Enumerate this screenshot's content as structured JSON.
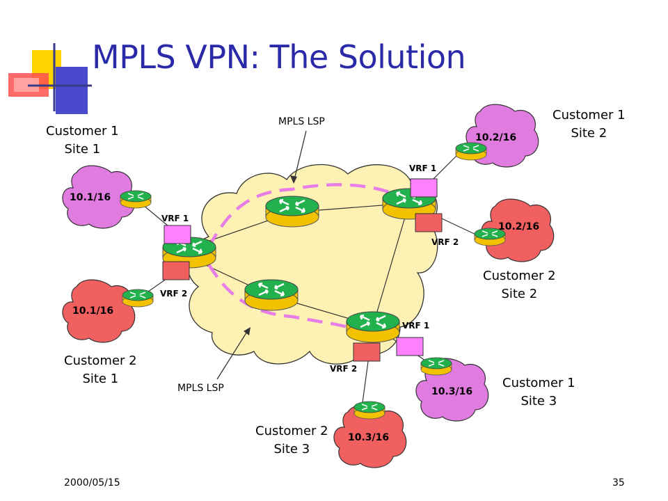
{
  "slide": {
    "title": "MPLS VPN: The Solution",
    "date": "2000/05/15",
    "page_number": "35"
  },
  "sites": [
    {
      "customer": "Customer 1",
      "site": "Site 1",
      "prefix": "10.1/16",
      "color": "#e07be0"
    },
    {
      "customer": "Customer 2",
      "site": "Site 1",
      "prefix": "10.1/16",
      "color": "#f06060"
    },
    {
      "customer": "Customer 1",
      "site": "Site 2",
      "prefix": "10.2/16",
      "color": "#e07be0"
    },
    {
      "customer": "Customer 2",
      "site": "Site 2",
      "prefix": "10.2/16",
      "color": "#f06060"
    },
    {
      "customer": "Customer 1",
      "site": "Site 3",
      "prefix": "10.3/16",
      "color": "#e07be0"
    },
    {
      "customer": "Customer 2",
      "site": "Site 3",
      "prefix": "10.3/16",
      "color": "#f06060"
    }
  ],
  "vrf_labels": {
    "vrf1": "VRF 1",
    "vrf2": "VRF 2"
  },
  "lsp_label": "MPLS LSP",
  "colors": {
    "title": "#2a2aa8",
    "cloud_fill": "#fdf2b3",
    "router_top": "#22b14c",
    "router_base": "#f2c200",
    "lsp_dash": "#e77de7",
    "vrf1": "#ff80ff",
    "vrf2": "#f06060"
  }
}
